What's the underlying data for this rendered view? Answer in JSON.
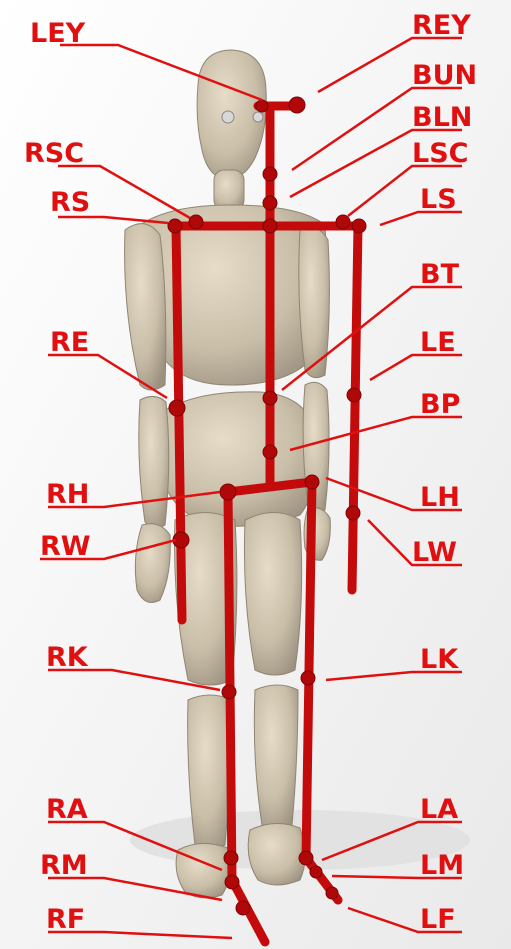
{
  "labels": {
    "ley": "LEY",
    "rey": "REY",
    "bun": "BUN",
    "bln": "BLN",
    "rsc": "RSC",
    "lsc": "LSC",
    "rs": "RS",
    "ls": "LS",
    "bt": "BT",
    "re": "RE",
    "le": "LE",
    "bp": "BP",
    "rh": "RH",
    "lh": "LH",
    "rw": "RW",
    "lw": "LW",
    "rk": "RK",
    "lk": "LK",
    "ra": "RA",
    "la": "LA",
    "rm": "RM",
    "lm": "LM",
    "rf": "RF",
    "lf": "LF"
  },
  "colors": {
    "label": "#e01010",
    "skeleton": "#c40b0b",
    "joint": "#b00808",
    "mannequin": "#c9bea8"
  }
}
